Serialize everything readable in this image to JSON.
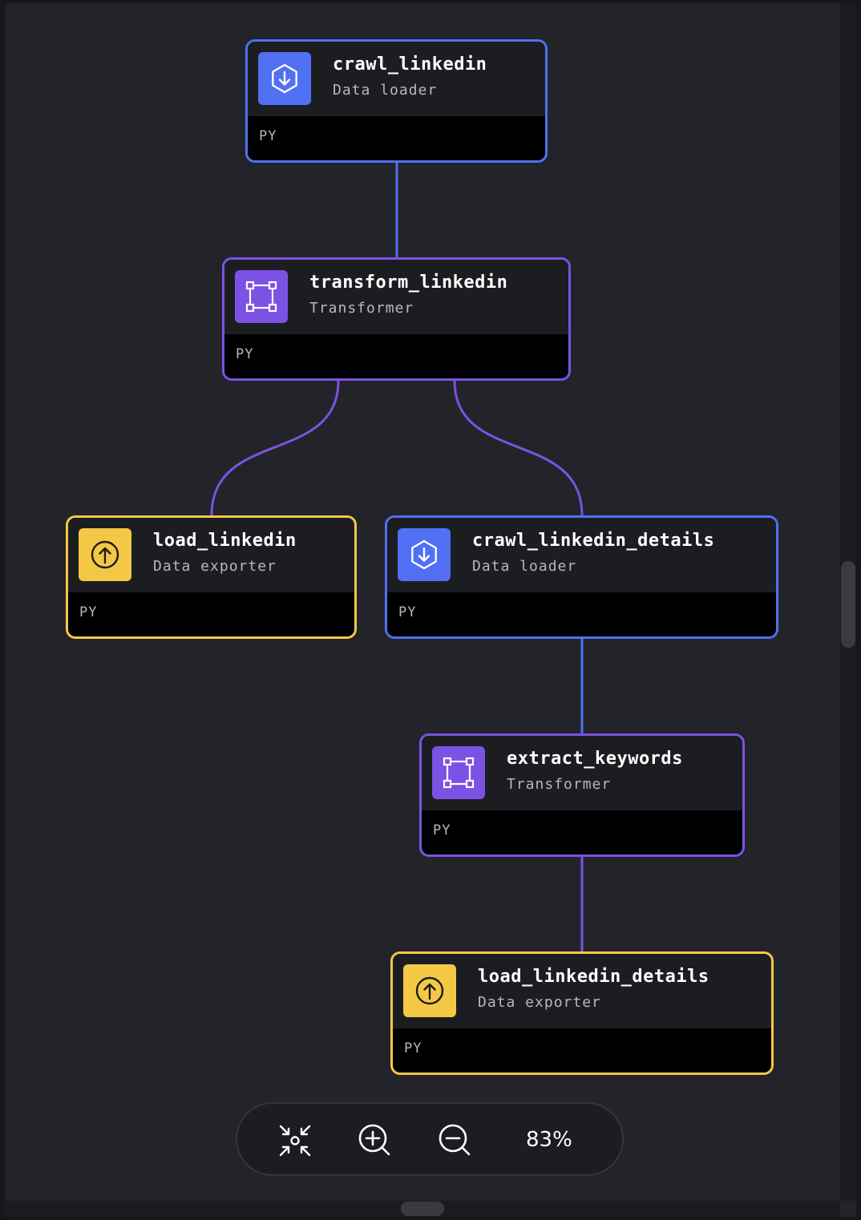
{
  "blocks": {
    "crawl_linkedin": {
      "name": "crawl_linkedin",
      "type": "Data loader",
      "language": "PY"
    },
    "transform_linkedin": {
      "name": "transform_linkedin",
      "type": "Transformer",
      "language": "PY"
    },
    "load_linkedin": {
      "name": "load_linkedin",
      "type": "Data exporter",
      "language": "PY"
    },
    "crawl_linkedin_details": {
      "name": "crawl_linkedin_details",
      "type": "Data loader",
      "language": "PY"
    },
    "extract_keywords": {
      "name": "extract_keywords",
      "type": "Transformer",
      "language": "PY"
    },
    "load_linkedin_details": {
      "name": "load_linkedin_details",
      "type": "Data exporter",
      "language": "PY"
    }
  },
  "colors": {
    "loader": "#5170f3",
    "transformer": "#7c52e5",
    "exporter": "#f3c845",
    "canvas": "#232429"
  },
  "controls": {
    "zoom_level": "83%",
    "icons": [
      "fit-view-icon",
      "zoom-in-icon",
      "zoom-out-icon"
    ]
  }
}
